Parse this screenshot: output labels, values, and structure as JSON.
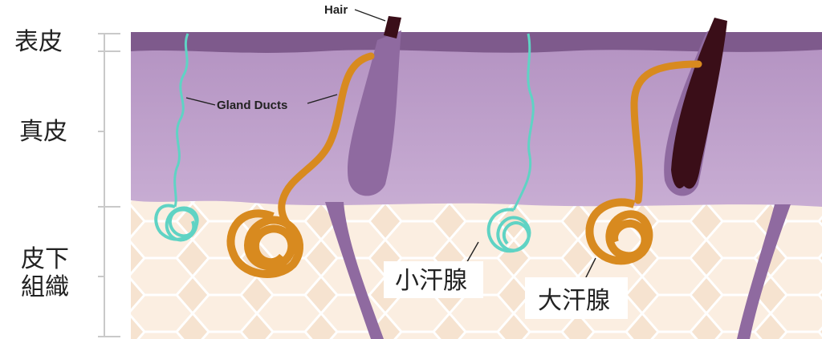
{
  "layers": {
    "epidermis": "表皮",
    "dermis": "真皮",
    "subcutaneous_line1": "皮下",
    "subcutaneous_line2": "組織"
  },
  "labels": {
    "hair": "Hair",
    "gland_ducts": "Gland Ducts",
    "eccrine_gland": "小汗腺",
    "apocrine_gland": "大汗腺"
  },
  "colors": {
    "epidermis": "#7e5a8c",
    "dermis": "#b99ac6",
    "fat": "#f6e2cf",
    "eccrine": "#5fd3c4",
    "apocrine": "#d88a1f",
    "hair": "#3a0e18",
    "follicle": "#8f6aa0"
  }
}
